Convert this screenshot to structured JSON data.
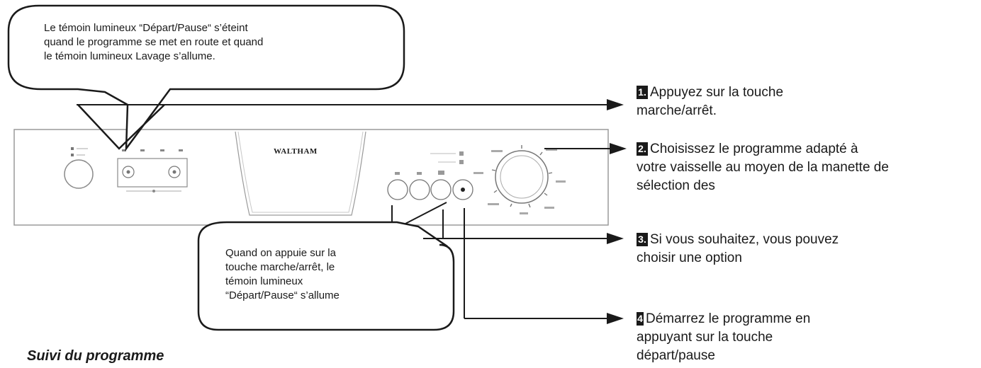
{
  "callout_top": {
    "lines": [
      "Le témoin lumineux “Départ/Pause“ s’éteint",
      "quand le programme se met en route et quand",
      "le témoin lumineux Lavage s’allume."
    ]
  },
  "callout_bottom": {
    "lines": [
      "Quand on appuie sur la",
      "touche marche/arrêt, le",
      "témoin lumineux",
      "“Départ/Pause“ s’allume"
    ]
  },
  "panel": {
    "brand": "WALTHAM"
  },
  "steps": [
    {
      "num": "1.",
      "lines": [
        "Appuyez sur la touche",
        "marche/arrêt."
      ]
    },
    {
      "num": "2.",
      "lines": [
        "Choisissez le programme adapté à",
        "votre vaisselle au moyen de la manette de",
        "sélection des"
      ]
    },
    {
      "num": "3.",
      "lines": [
        "Si vous souhaitez, vous pouvez",
        "choisir une option"
      ]
    },
    {
      "num": "4",
      "lines": [
        "Démarrez  le programme en",
        "appuyant sur la touche",
        "départ/pause"
      ]
    }
  ],
  "section_title": "Suivi du programme"
}
